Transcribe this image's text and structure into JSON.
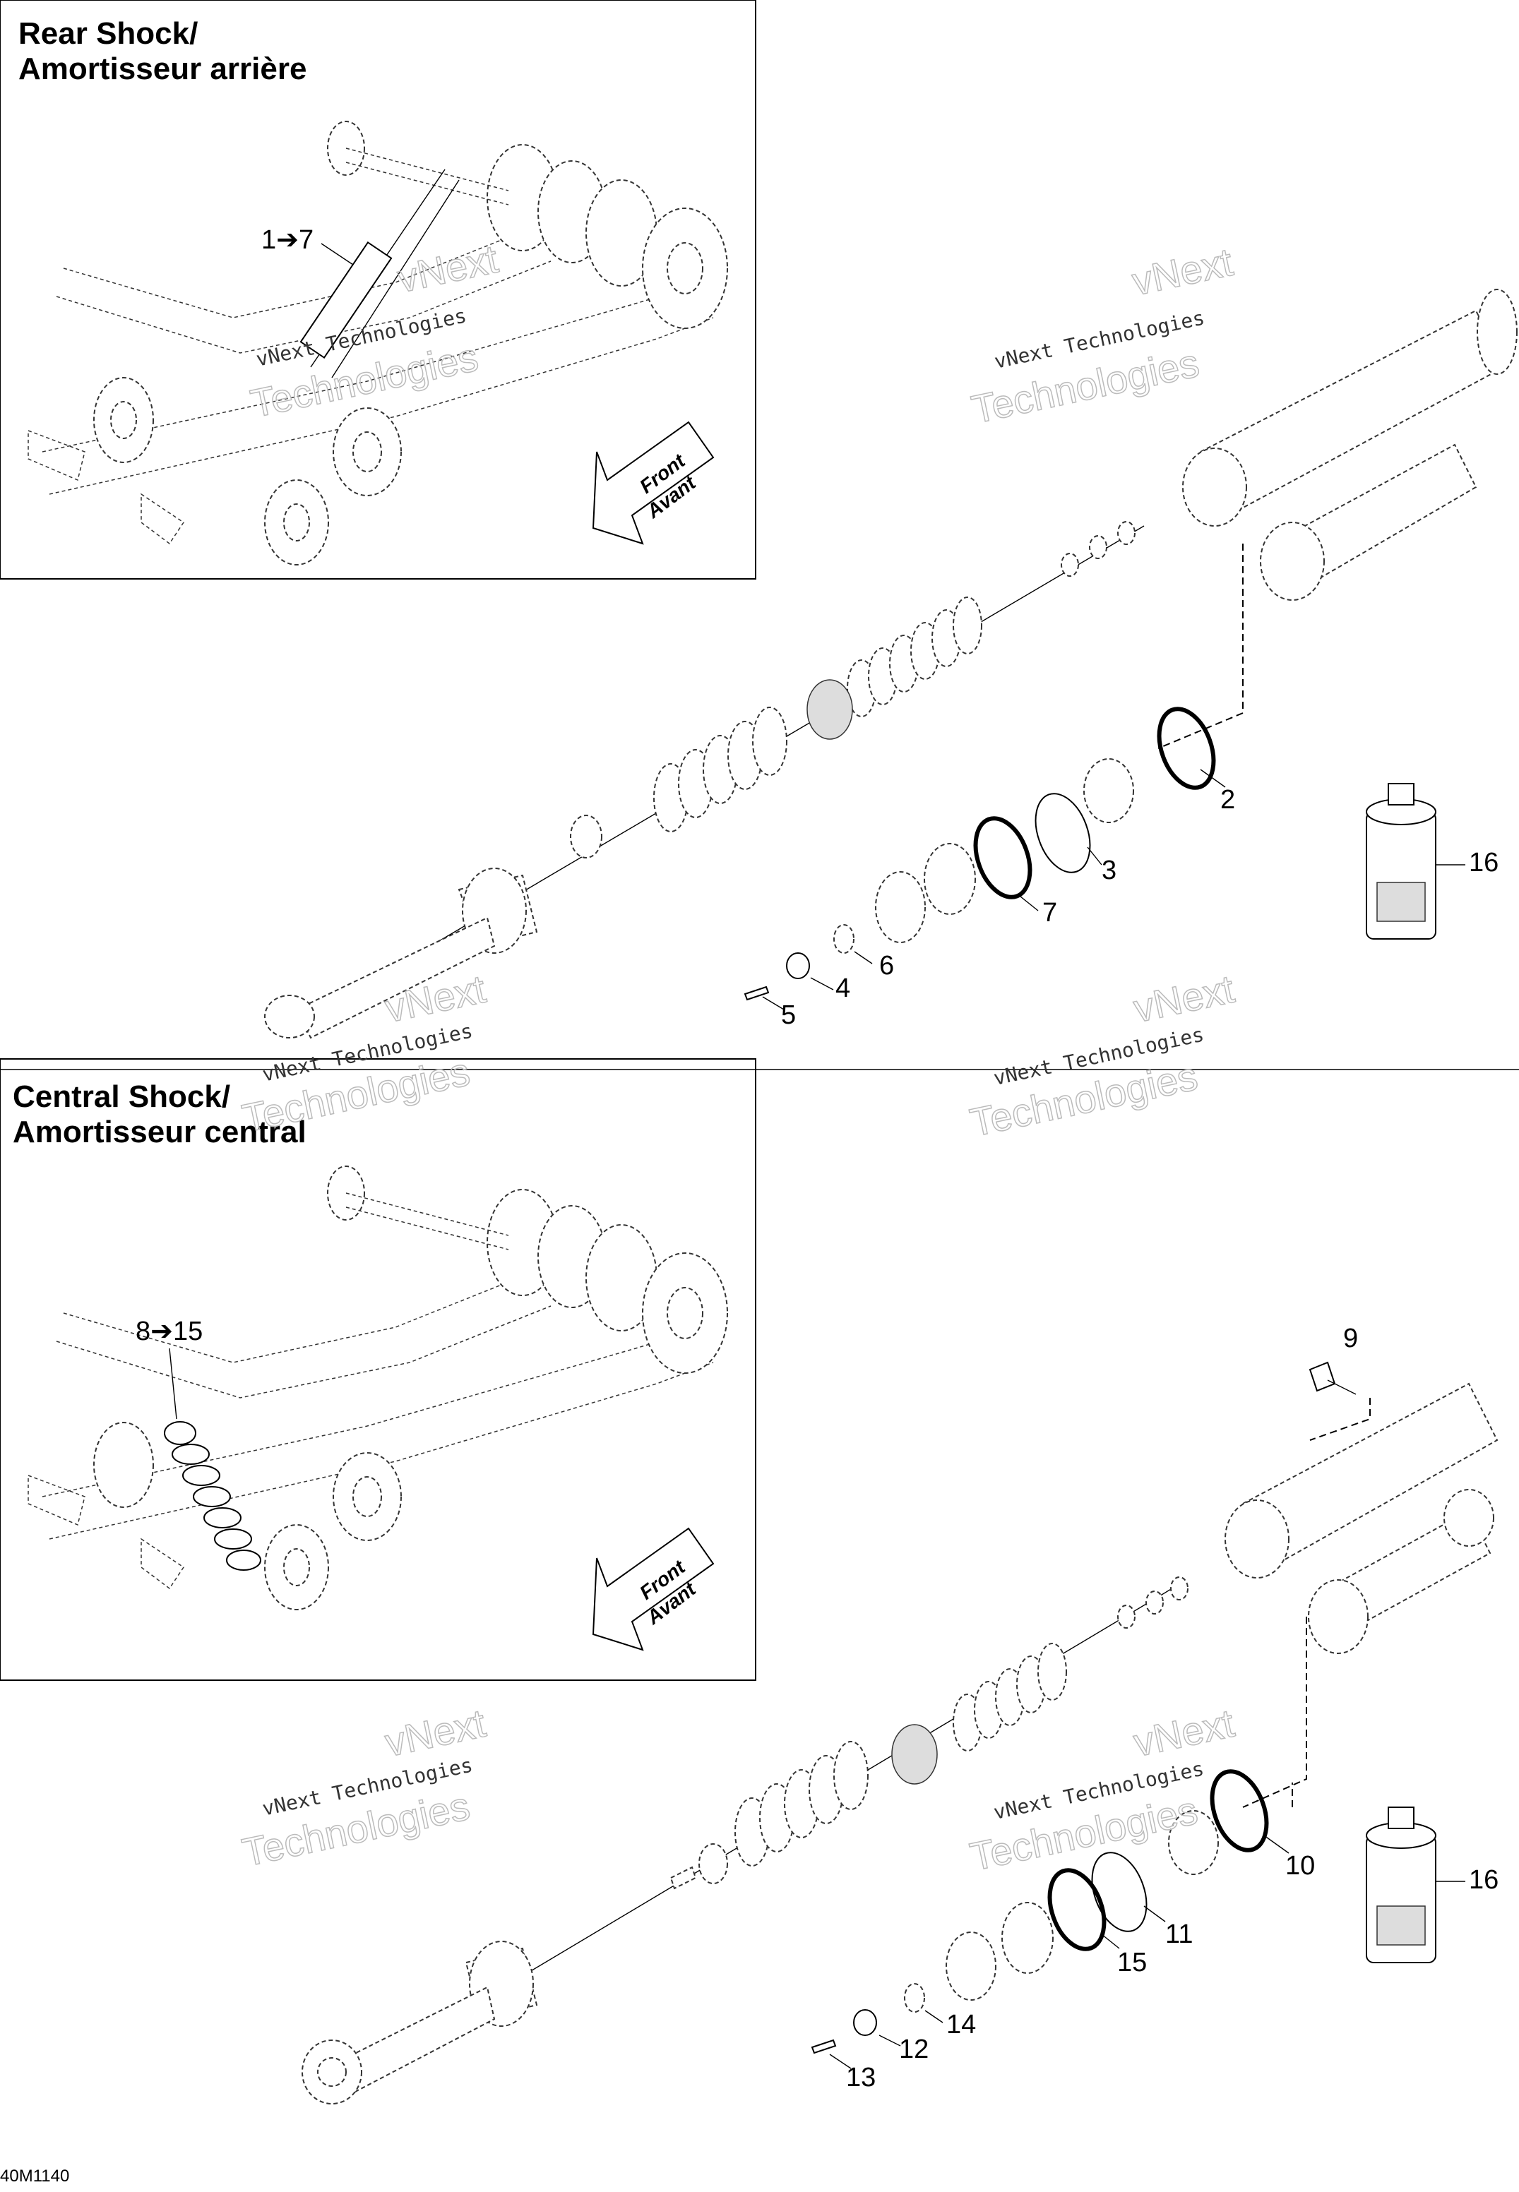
{
  "panels": {
    "rear": {
      "title_line1": "Rear Shock/",
      "title_line2": "Amortisseur arrière",
      "range_label": "1➔7"
    },
    "central": {
      "title_line1": "Central Shock/",
      "title_line2": "Amortisseur central",
      "range_label": "8➔15"
    }
  },
  "front_arrow": {
    "line1": "Front",
    "line2": "Avant"
  },
  "callouts": {
    "rear_shock": [
      "2",
      "3",
      "4",
      "5",
      "6",
      "7",
      "16"
    ],
    "central_shock": [
      "9",
      "10",
      "11",
      "12",
      "13",
      "14",
      "15",
      "16"
    ]
  },
  "watermark": {
    "small": "vNext Technologies",
    "outline_top": "vNext",
    "outline_bottom": "Technologies"
  },
  "figure_code": "40M1140"
}
